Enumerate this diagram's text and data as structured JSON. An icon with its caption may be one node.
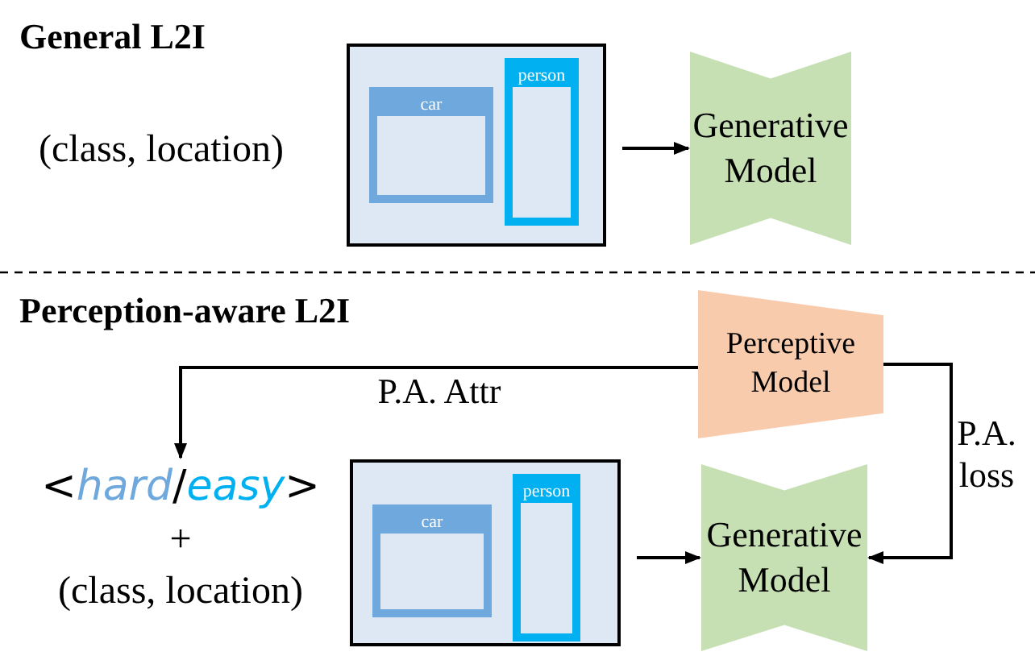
{
  "diagram": {
    "nodes": [
      {
        "text": [],
        "shape": "box"
      },
      {
        "text": [
          "car"
        ],
        "in": 0
      },
      {
        "text": [
          "person"
        ],
        "in": 0
      },
      {
        "text": [
          "Generative Model"
        ]
      },
      {
        "text": [
          "Perceptive Model"
        ]
      },
      {
        "text": [
          "<*hard*/*easy*>",
          "+",
          "(class, location)"
        ]
      },
      {
        "text": [],
        "shape": "box"
      },
      {
        "text": [
          "car"
        ],
        "in": 6
      },
      {
        "text": [
          "person"
        ],
        "in": 6
      },
      {
        "text": [
          "Generative Model"
        ]
      }
    ],
    "edges": [
      {
        "from": 0,
        "to": 3,
        "arrow": "to"
      },
      {
        "from": 4,
        "to": 5,
        "arrow": "to",
        "label": "P.A. Attr"
      },
      {
        "from": 4,
        "to": 9,
        "arrow": "to",
        "label": "P.A. loss"
      },
      {
        "from": 6,
        "to": 9,
        "arrow": "to"
      }
    ],
    "labels": [
      "General L2I",
      "(class, location)",
      "Perception-aware L2I"
    ]
  }
}
